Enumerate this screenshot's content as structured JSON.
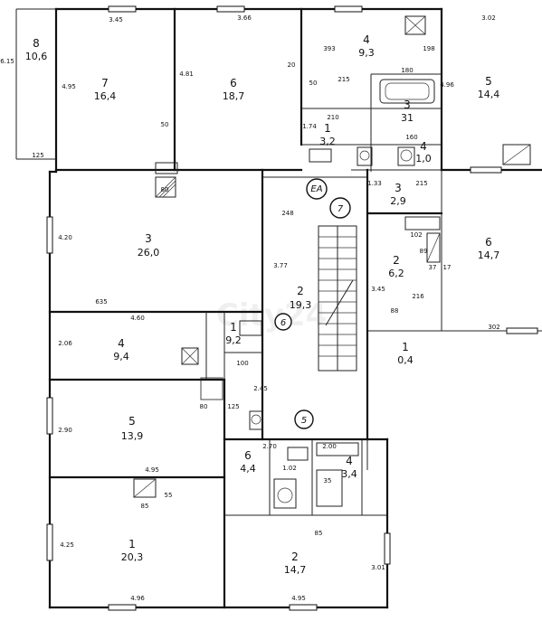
{
  "rooms": [
    {
      "id": "l-8",
      "number": "8",
      "area": "10,6"
    },
    {
      "id": "l-7",
      "number": "7",
      "area": "16,4"
    },
    {
      "id": "l-6",
      "number": "6",
      "area": "18,7"
    },
    {
      "id": "l-4",
      "number": "4",
      "area": "9,3"
    },
    {
      "id": "l-3",
      "number": "3",
      "area": "31"
    },
    {
      "id": "l-1",
      "number": "1",
      "area": "3,2"
    },
    {
      "id": "l-4b",
      "number": "4",
      "area": "1,0"
    },
    {
      "id": "l-5",
      "number": "5",
      "area": "14,4"
    },
    {
      "id": "l-3big",
      "number": "3",
      "area": "26,0"
    },
    {
      "id": "l-2",
      "number": "2",
      "area": "19,3"
    },
    {
      "id": "l-3r",
      "number": "3",
      "area": "2,9"
    },
    {
      "id": "l-6r",
      "number": "6",
      "area": "14,7"
    },
    {
      "id": "l-2r",
      "number": "2",
      "area": "6,2"
    },
    {
      "id": "l-1r",
      "number": "1",
      "area": "0,4"
    },
    {
      "id": "l-4l",
      "number": "4",
      "area": "9,4"
    },
    {
      "id": "l-1s",
      "number": "1",
      "area": "9,2"
    },
    {
      "id": "l-5l",
      "number": "5",
      "area": "13,9"
    },
    {
      "id": "l-6c",
      "number": "6",
      "area": "4,4"
    },
    {
      "id": "l-4c",
      "number": "4",
      "area": "3,4"
    },
    {
      "id": "l-1l",
      "number": "1",
      "area": "20,3"
    },
    {
      "id": "l-2c",
      "number": "2",
      "area": "14,7"
    }
  ],
  "circled": [
    "EA",
    "7",
    "6",
    "5"
  ],
  "dims": {
    "d345": "3.45",
    "d366": "3.66",
    "d302a": "3.02",
    "d615": "6.15",
    "d125": "125",
    "d495a": "4.95",
    "d481": "4.81",
    "d393": "393",
    "d20": "20",
    "d50": "50",
    "d215a": "215",
    "d180": "180",
    "d198": "198",
    "d496a": "4.96",
    "d210": "210",
    "d160": "160",
    "d174": "1.74",
    "d50b": "50",
    "d80": "80",
    "d420": "4.20",
    "d248": "248",
    "d133": "1.33",
    "d215b": "215",
    "d102": "102",
    "d89": "89",
    "d37": "37",
    "d17": "17",
    "d635": "635",
    "d460": "4.60",
    "d377": "3.77",
    "d345b": "3.45",
    "d216": "216",
    "d88": "88",
    "d302b": "302",
    "d206": "2.06",
    "d100": "100",
    "d245": "2.45",
    "d125b": "125",
    "d80b": "80",
    "d290": "2.90",
    "d270": "2.70",
    "d200": "2.00",
    "d495b": "4.95",
    "d85a": "85",
    "d55": "55",
    "d102b": "1.02",
    "d35": "35",
    "d85b": "85",
    "d425": "4.25",
    "d496b": "4.96",
    "d495c": "4.95",
    "d301": "3.01"
  },
  "watermark": "City24"
}
